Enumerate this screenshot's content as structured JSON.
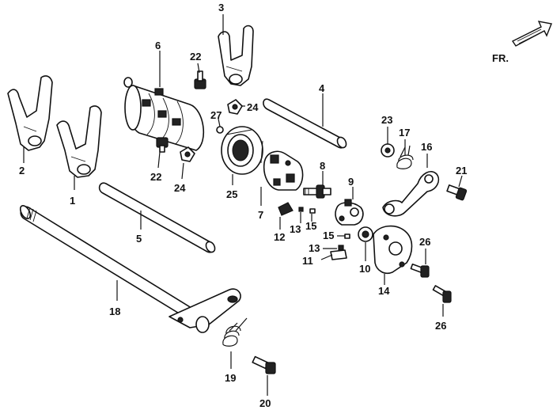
{
  "direction_label": "FR.",
  "parts": [
    {
      "id": "p1",
      "label": "1"
    },
    {
      "id": "p2",
      "label": "2"
    },
    {
      "id": "p3",
      "label": "3"
    },
    {
      "id": "p4",
      "label": "4"
    },
    {
      "id": "p5",
      "label": "5"
    },
    {
      "id": "p6",
      "label": "6"
    },
    {
      "id": "p7",
      "label": "7"
    },
    {
      "id": "p8",
      "label": "8"
    },
    {
      "id": "p9",
      "label": "9"
    },
    {
      "id": "p10",
      "label": "10"
    },
    {
      "id": "p11",
      "label": "11"
    },
    {
      "id": "p12",
      "label": "12"
    },
    {
      "id": "p13a",
      "label": "13"
    },
    {
      "id": "p13b",
      "label": "13"
    },
    {
      "id": "p14",
      "label": "14"
    },
    {
      "id": "p15a",
      "label": "15"
    },
    {
      "id": "p15b",
      "label": "15"
    },
    {
      "id": "p16",
      "label": "16"
    },
    {
      "id": "p17",
      "label": "17"
    },
    {
      "id": "p18",
      "label": "18"
    },
    {
      "id": "p19",
      "label": "19"
    },
    {
      "id": "p20",
      "label": "20"
    },
    {
      "id": "p21",
      "label": "21"
    },
    {
      "id": "p22a",
      "label": "22"
    },
    {
      "id": "p22b",
      "label": "22"
    },
    {
      "id": "p23",
      "label": "23"
    },
    {
      "id": "p24a",
      "label": "24"
    },
    {
      "id": "p24b",
      "label": "24"
    },
    {
      "id": "p25",
      "label": "25"
    },
    {
      "id": "p26a",
      "label": "26"
    },
    {
      "id": "p26b",
      "label": "26"
    },
    {
      "id": "p27",
      "label": "27"
    }
  ]
}
